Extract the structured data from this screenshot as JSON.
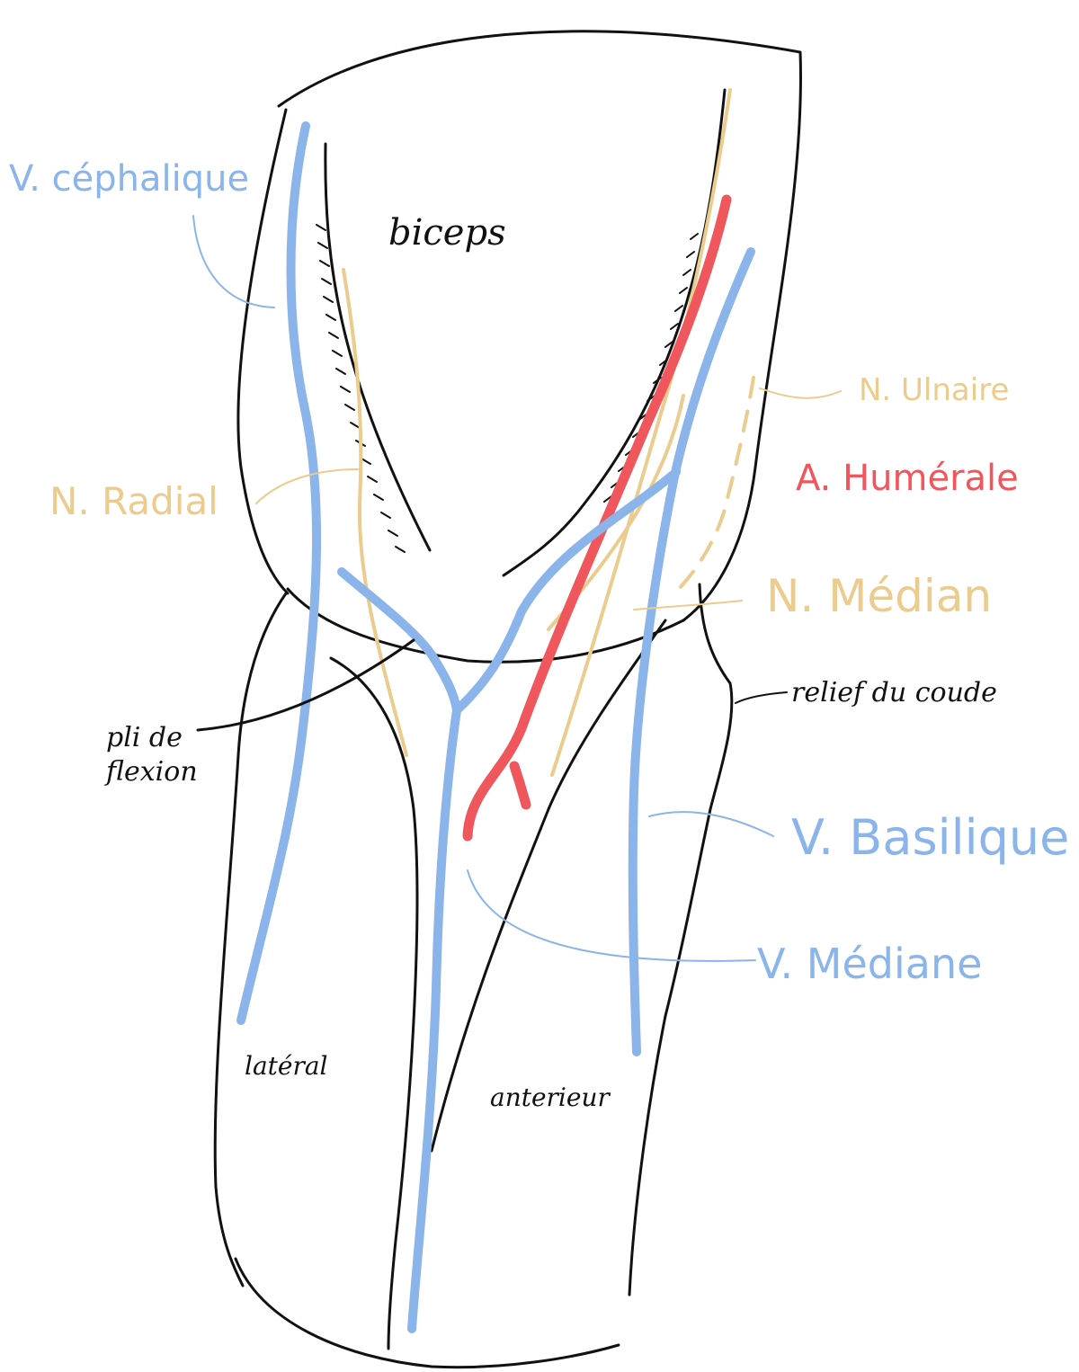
{
  "labels": {
    "biceps": "biceps",
    "cephalic_vein": "V. céphalique",
    "ulnar_nerve": "N. Ulnaire",
    "brachial_artery": "A. Humérale",
    "radial_nerve": "N. Radial",
    "median_nerve": "N. Médian",
    "elbow_relief": "relief du coude",
    "flexion_fold_line1": "pli de",
    "flexion_fold_line2": "flexion",
    "basilic_vein": "V. Basilique",
    "median_vein": "V. Médiane",
    "lateral": "latéral",
    "anterior": "anterieur"
  },
  "colors": {
    "vein": "#8ab4ea",
    "nerve": "#ebcb8e",
    "artery": "#f0575d",
    "ink": "#111111"
  }
}
